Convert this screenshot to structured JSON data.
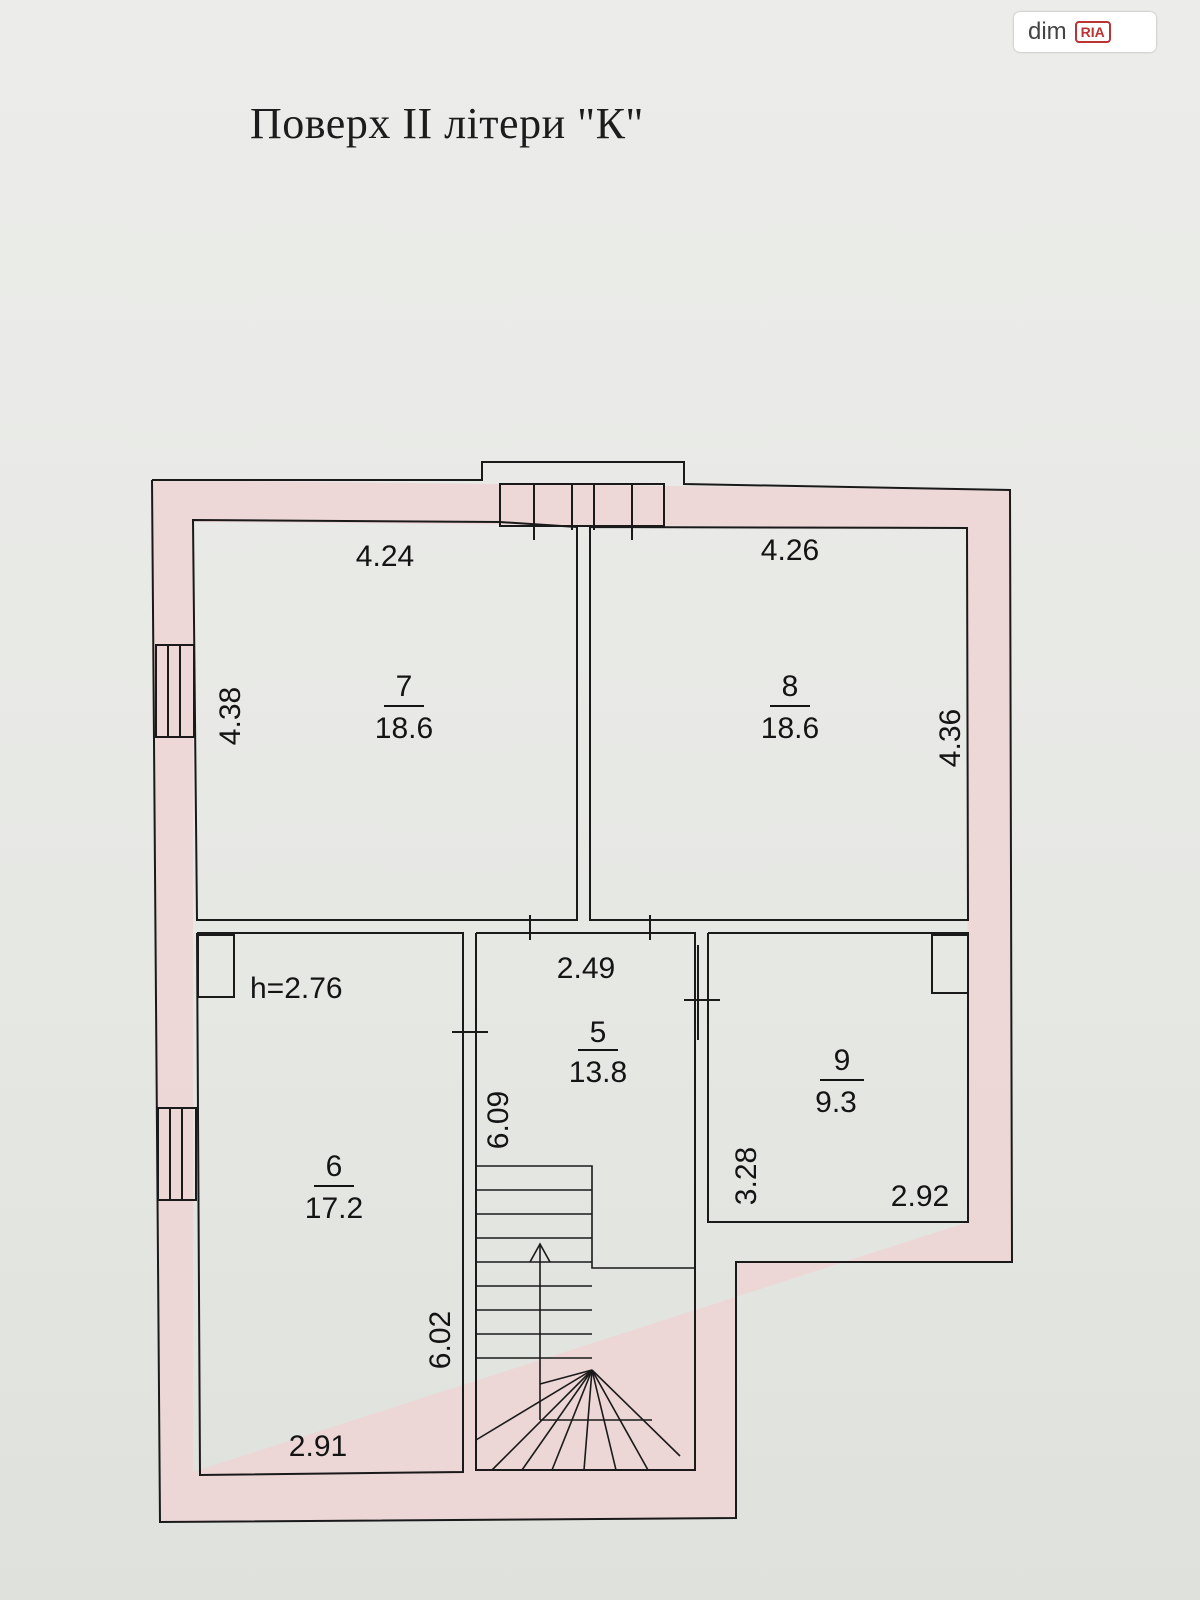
{
  "title": "Поверх ІІ літери \"К\"",
  "watermark": {
    "part1": "dim",
    "part2": "RIA"
  },
  "rooms": {
    "r7": {
      "number": "7",
      "area": "18.6"
    },
    "r8": {
      "number": "8",
      "area": "18.6"
    },
    "r5": {
      "number": "5",
      "area": "13.8"
    },
    "r6": {
      "number": "6",
      "area": "17.2"
    },
    "r9": {
      "number": "9",
      "area": "9.3"
    }
  },
  "dimensions": {
    "r7_top": "4.24",
    "r7_side": "4.38",
    "r8_top": "4.26",
    "r8_side": "4.36",
    "r5_top": "2.49",
    "r5_side": "6.09",
    "r6_side": "6.02",
    "r6_bottom": "2.91",
    "r9_side": "3.28",
    "r9_bottom": "2.92"
  },
  "ceiling_height": "h=2.76",
  "colors": {
    "wall_fill": "#efd3d3",
    "line": "#1a1a1a"
  }
}
